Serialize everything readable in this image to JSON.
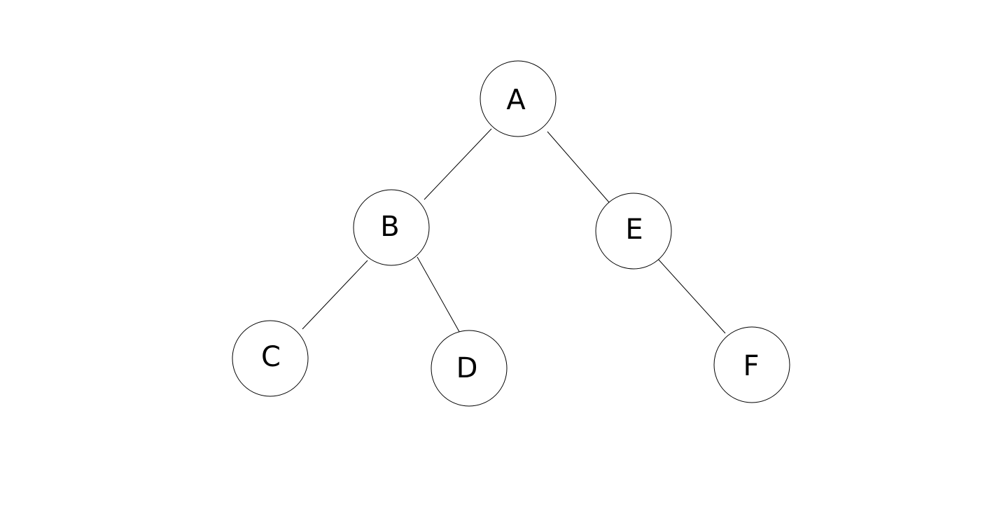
{
  "tree": {
    "nodes": [
      {
        "id": "A",
        "label": "A"
      },
      {
        "id": "B",
        "label": "B"
      },
      {
        "id": "E",
        "label": "E"
      },
      {
        "id": "C",
        "label": "C"
      },
      {
        "id": "D",
        "label": "D"
      },
      {
        "id": "F",
        "label": "F"
      }
    ],
    "edges": [
      {
        "from": "A",
        "to": "B"
      },
      {
        "from": "A",
        "to": "E"
      },
      {
        "from": "B",
        "to": "C"
      },
      {
        "from": "B",
        "to": "D"
      },
      {
        "from": "E",
        "to": "F"
      }
    ]
  }
}
